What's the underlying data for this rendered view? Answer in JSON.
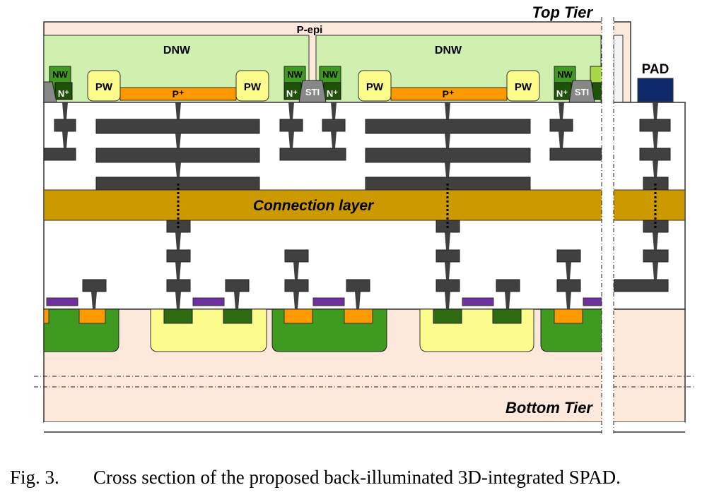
{
  "labels": {
    "top_tier": "Top Tier",
    "bottom_tier": "Bottom Tier",
    "p_epi": "P-epi",
    "dnw": "DNW",
    "nw": "NW",
    "pw": "PW",
    "p_plus": "P⁺",
    "n_plus": "N⁺",
    "sti": "STI",
    "pad": "PAD",
    "connection_layer": "Connection layer"
  },
  "caption": {
    "figure": "Fig. 3.",
    "text": "Cross section of the proposed back-illuminated 3D-integrated SPAD."
  },
  "colors": {
    "substrate": "#fde8dc",
    "dnw": "#d0f0b0",
    "nwell": "#3f9b1f",
    "nplus": "#1e5208",
    "pwell": "#fcfc8c",
    "pplus": "#ff9900",
    "sti": "#888888",
    "metal": "#404040",
    "connection": "#cc9900",
    "gate": "#7030a0",
    "pad": "#0f2a6b"
  }
}
